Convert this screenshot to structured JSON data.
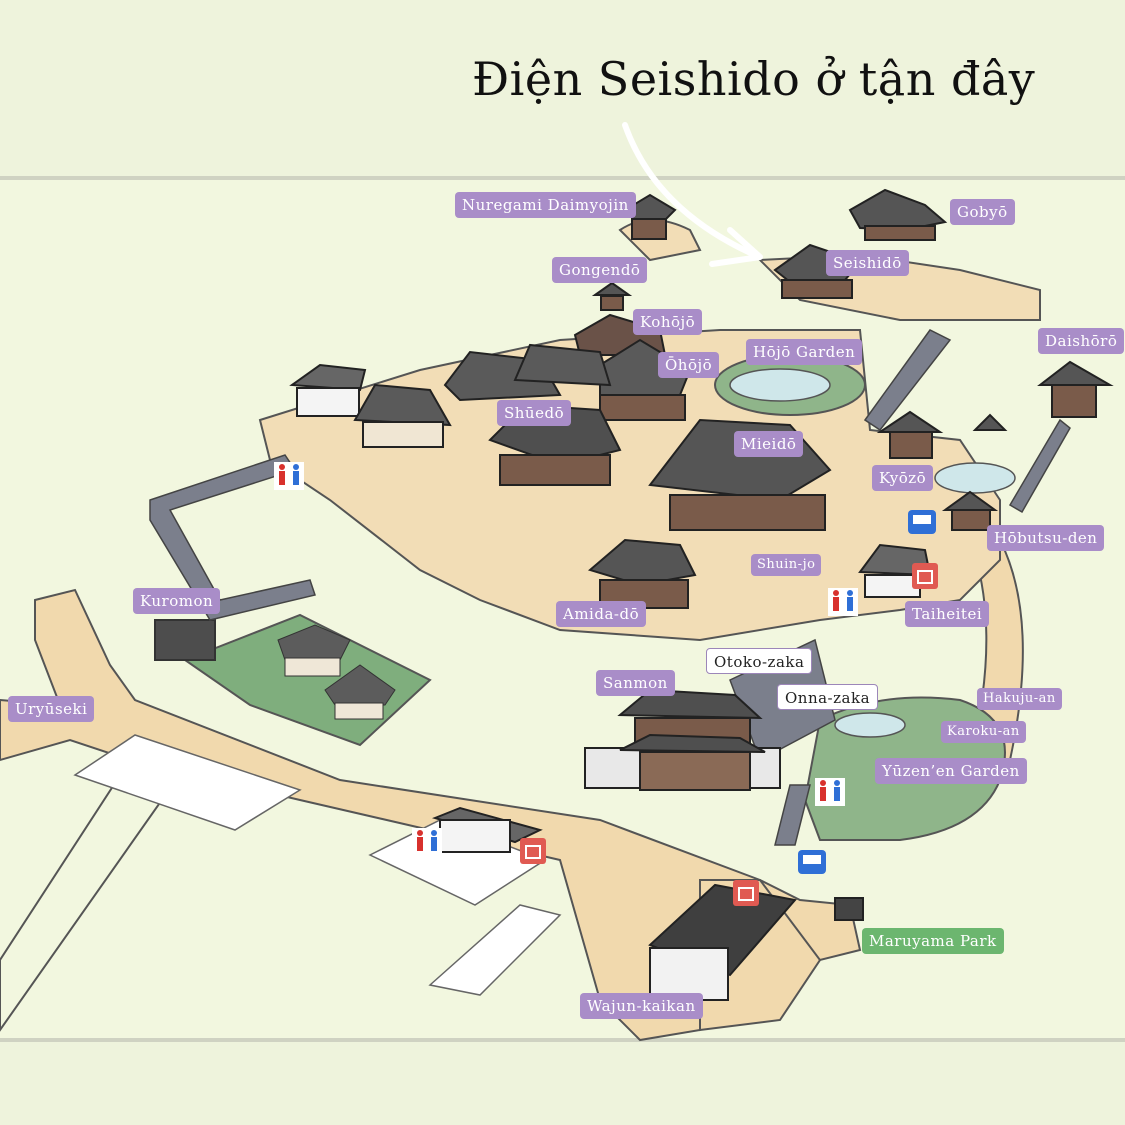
{
  "headline": "Điện Seishido ở tận đây",
  "labels": {
    "nuregami": "Nuregami Daimyojin",
    "gobyo": "Gobyō",
    "gongendo": "Gongendō",
    "seishido": "Seishidō",
    "kohojo": "Kohōjō",
    "hojo_garden": "Hōjō Garden",
    "ohojo": "Ōhōjō",
    "daishoro": "Daishōrō",
    "shuedo": "Shūedō",
    "mieido": "Mieidō",
    "kyozo": "Kyōzō",
    "hobutsu_den": "Hōbutsu-den",
    "shuin_jo": "Shuin-jo",
    "kuromon": "Kuromon",
    "amida_do": "Amida-dō",
    "taiheitei": "Taiheitei",
    "otoko_zaka": "Otoko-zaka",
    "sanmon": "Sanmon",
    "onna_zaka": "Onna-zaka",
    "hakuju_an": "Hakuju-an",
    "uryuseki": "Uryūseki",
    "karoku_an": "Karoku-an",
    "yuzen_garden": "Yūzen’en Garden",
    "maruyama_park": "Maruyama Park",
    "wajun_kaikan": "Wajun-kaikan"
  },
  "colors": {
    "background": "#eef3dc",
    "ground": "#f2ddb6",
    "path": "#f0d8aa",
    "label": "#a98dc8",
    "park_label": "#6cb66f",
    "garden": "#8fb58a",
    "roof": "#555555",
    "restroom_icon": "#d8312d",
    "shop_icon": "#e05a52",
    "bus_icon": "#2f6fd6"
  },
  "icons": [
    "restroom-icon",
    "gift-shop-icon",
    "bus-stop-icon",
    "arrow-icon"
  ]
}
